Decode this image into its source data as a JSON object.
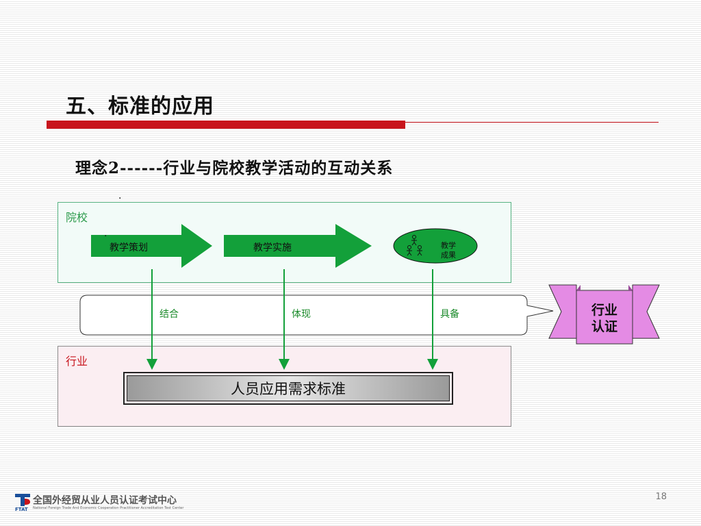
{
  "slide": {
    "title": "五、标准的应用",
    "subtitle": "理念2------行业与院校教学活动的互动关系",
    "page_number": "18"
  },
  "diagram": {
    "school_label": "院校",
    "industry_label": "行业",
    "stage1": "教学策划",
    "stage2": "教学实施",
    "result_line1": "教学",
    "result_line2": "成果",
    "connectors": [
      "结合",
      "体现",
      "具备"
    ],
    "ribbon_line1": "行业",
    "ribbon_line2": "认证",
    "standard": "人员应用需求标准",
    "stray_dot": "."
  },
  "footer": {
    "org_name": "全国外经贸从业人员认证考试中心",
    "org_english": "National Foreign Trade And Economic Cooperation Practitioner Accreditation Test Center",
    "logo_code": "FTAT"
  },
  "colors": {
    "title_bar": "#c8141c",
    "arrow_green": "#13a03a",
    "school_border": "#55b080",
    "ribbon_magenta": "#e48be4",
    "connector_text": "#1a8a2a"
  }
}
